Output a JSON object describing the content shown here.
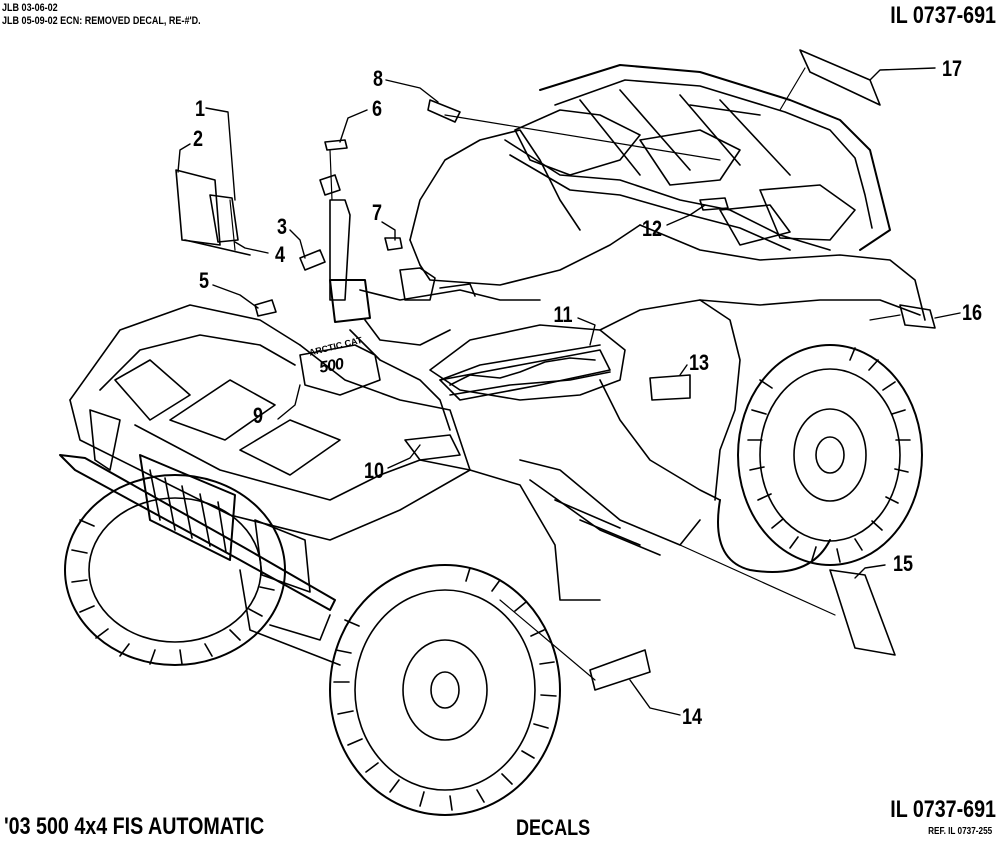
{
  "header": {
    "revision_lines": [
      "JLB 03-06-02",
      "JLB 05-09-02 ECN: REMOVED DECAL, RE-#'D."
    ],
    "illustration_code": "IL 0737-691"
  },
  "footer": {
    "model": "'03 500 4x4 FIS AUTOMATIC",
    "section": "DECALS",
    "illustration_code": "IL 0737-691",
    "reference": "REF. IL 0737-255"
  },
  "callouts": [
    "1",
    "2",
    "3",
    "4",
    "5",
    "6",
    "7",
    "8",
    "9",
    "10",
    "11",
    "12",
    "13",
    "14",
    "15",
    "16",
    "17"
  ],
  "decal_text": {
    "hood_brand": "ARCTIC CAT",
    "hood_number": "500"
  }
}
